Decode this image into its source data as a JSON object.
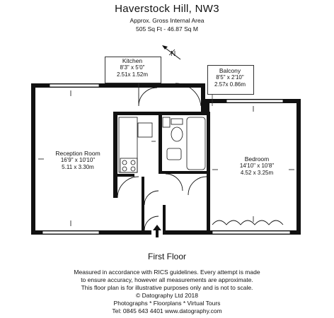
{
  "header": {
    "title": "Haverstock Hill, NW3",
    "area_label": "Approx. Gross Internal Area",
    "area_value": "505 Sq Ft  -  46.87 Sq M"
  },
  "rooms": {
    "kitchen": {
      "name": "Kitchen",
      "imperial": "8'3\" x 5'0\"",
      "metric": "2.51x 1.52m"
    },
    "balcony": {
      "name": "Balcony",
      "imperial": "8'5\" x 2'10\"",
      "metric": "2.57x 0.86m"
    },
    "reception": {
      "name": "Reception Room",
      "imperial": "16'9\" x 10'10\"",
      "metric": "5.11 x 3.30m"
    },
    "bedroom": {
      "name": "Bedroom",
      "imperial": "14'10\" x 10'8\"",
      "metric": "4.52 x 3.25m"
    }
  },
  "compass": {
    "icon": "north-arrow-icon",
    "letter": "N"
  },
  "floor_label": "First Floor",
  "footer": {
    "line1": "Measured in accordance with RICS guidelines. Every attempt is made",
    "line2": "to ensure accuracy, however all measurements are approximate.",
    "line3": "This floor plan is for illustrative purposes only and is not to scale.",
    "line4": "© Datography Ltd 2018",
    "line5": "Photographs * Floorplans * Virtual Tours",
    "line6": "Tel: 0845 643 4401  www.datography.com"
  }
}
